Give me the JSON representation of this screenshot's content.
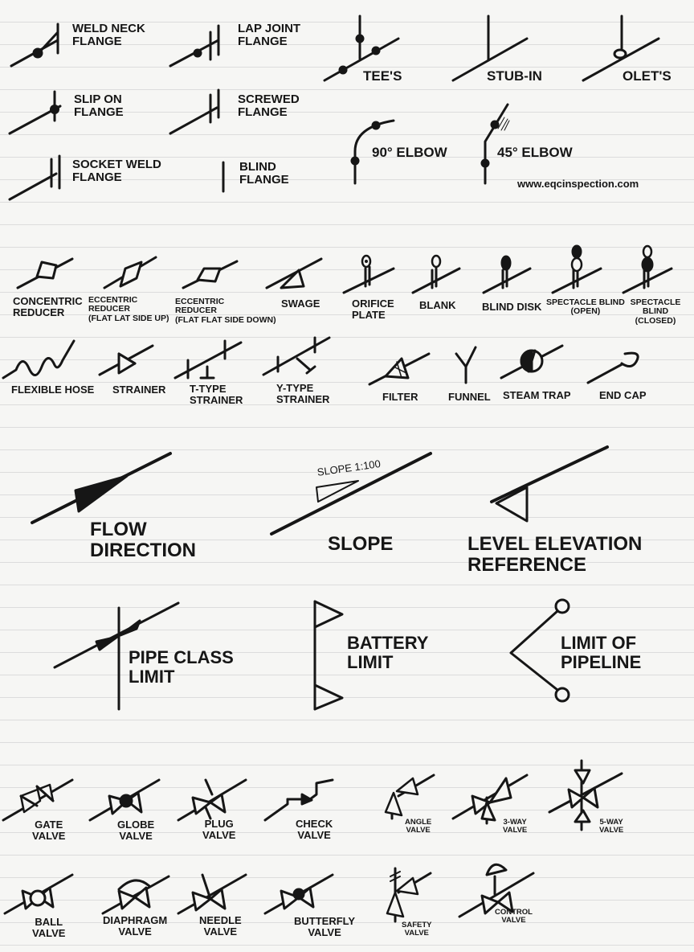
{
  "website": "www.eqcinspection.com",
  "flanges": {
    "weld_neck": "WELD NECK\nFLANGE",
    "lap_joint": "LAP JOINT\nFLANGE",
    "slip_on": "SLIP ON\nFLANGE",
    "screwed": "SCREWED\nFLANGE",
    "socket_weld": "SOCKET WELD\nFLANGE",
    "blind": "BLIND\nFLANGE"
  },
  "fittings": {
    "tees": "TEE'S",
    "stub_in": "STUB-IN",
    "olets": "OLET'S",
    "elbow_90": "90° ELBOW",
    "elbow_45": "45° ELBOW"
  },
  "row1": {
    "concentric": "CONCENTRIC\nREDUCER",
    "eccentric_up": "ECCENTRIC\nREDUCER\n(FLAT LAT SIDE UP)",
    "eccentric_down": "ECCENTRIC\nREDUCER\n(FLAT FLAT SIDE DOWN)",
    "swage": "SWAGE",
    "orifice": "ORIFICE\nPLATE",
    "blank": "BLANK",
    "blind_disk": "BLIND DISK",
    "spectacle_open": "SPECTACLE BLIND\n(OPEN)",
    "spectacle_closed": "SPECTACLE BLIND\n(CLOSED)"
  },
  "row2": {
    "flexible_hose": "FLEXIBLE HOSE",
    "strainer": "STRAINER",
    "t_strainer": "T-TYPE\nSTRAINER",
    "y_strainer": "Y-TYPE\nSTRAINER",
    "filter": "FILTER",
    "funnel": "FUNNEL",
    "steam_trap": "STEAM TRAP",
    "end_cap": "END CAP"
  },
  "big": {
    "flow_direction": "FLOW\nDIRECTION",
    "slope": "SLOPE",
    "slope_ratio": "SLOPE 1:100",
    "level_elevation": "LEVEL ELEVATION\nREFERENCE",
    "pipe_class_limit": "PIPE CLASS\nLIMIT",
    "battery_limit": "BATTERY\nLIMIT",
    "limit_of_pipeline": "LIMIT OF\nPIPELINE"
  },
  "valves": {
    "gate": "GATE\nVALVE",
    "globe": "GLOBE\nVALVE",
    "plug": "PLUG\nVALVE",
    "check": "CHECK\nVALVE",
    "angle": "ANGLE\nVALVE",
    "three_way": "3-WAY\nVALVE",
    "five_way": "5-WAY\nVALVE",
    "ball": "BALL\nVALVE",
    "diaphragm": "DIAPHRAGM\nVALVE",
    "needle": "NEEDLE\nVALVE",
    "butterfly": "BUTTERFLY\nVALVE",
    "safety": "SAFETY\nVALVE",
    "control": "CONTROL\nVALVE"
  }
}
